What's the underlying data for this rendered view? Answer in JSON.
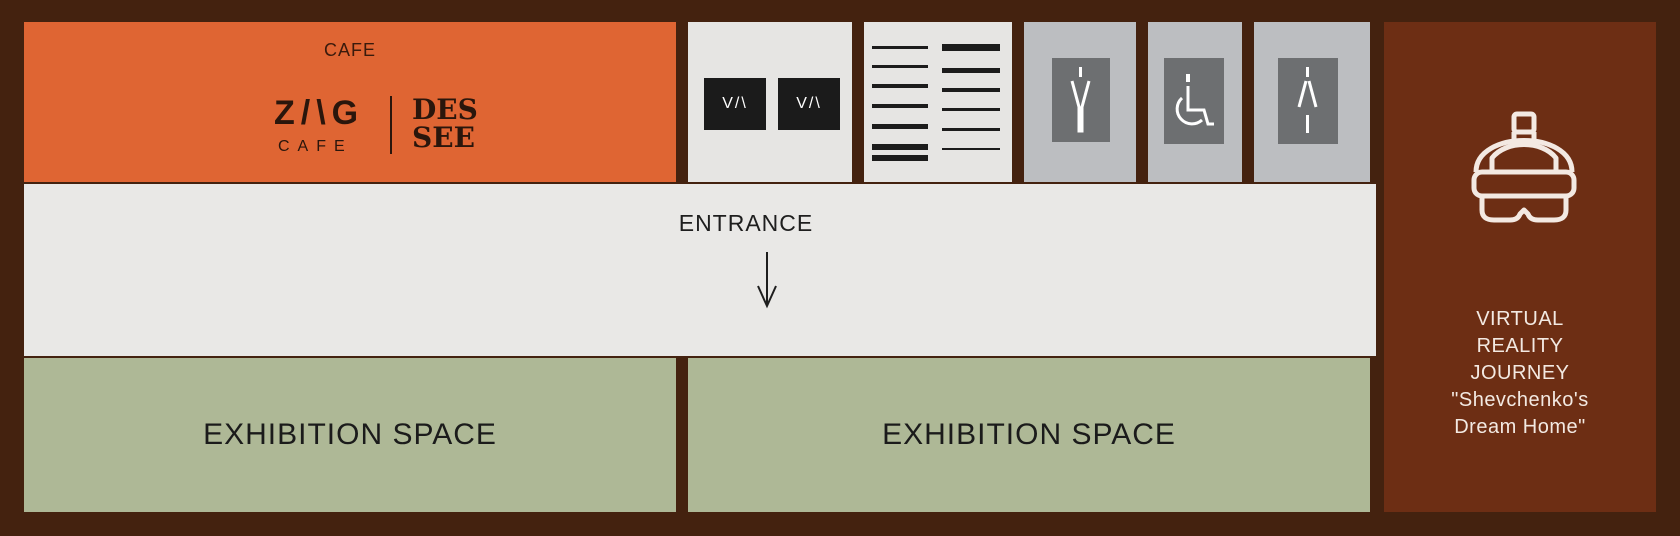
{
  "cafe": {
    "label": "CAFE",
    "logo_left": "Z/\\G",
    "logo_left_sub": "CAFE",
    "logo_right_line1": "DES",
    "logo_right_line2": "SEE"
  },
  "wardrobe": {
    "icon_left": "V/\\",
    "icon_right": "V/\\"
  },
  "corridor": {
    "entrance_label": "ENTRANCE"
  },
  "exhibition": [
    {
      "label": "EXHIBITION SPACE"
    },
    {
      "label": "EXHIBITION SPACE"
    }
  ],
  "vr": {
    "line1": "VIRTUAL",
    "line2": "REALITY",
    "line3": "JOURNEY",
    "line4": "\"Shevchenko's",
    "line5": "Dream Home\""
  },
  "icons": {
    "restroom_men": "men-restroom-icon",
    "restroom_accessible": "wheelchair-icon",
    "restroom_women": "women-restroom-icon",
    "vr_headset": "vr-headset-icon",
    "arrow": "down-arrow-icon"
  },
  "colors": {
    "walls": "#44220f",
    "cafe": "#df6533",
    "corridor": "#e9e8e6",
    "exhibition": "#aeb896",
    "restrooms": "#bcbec1",
    "vr_room": "#6d2e14"
  }
}
